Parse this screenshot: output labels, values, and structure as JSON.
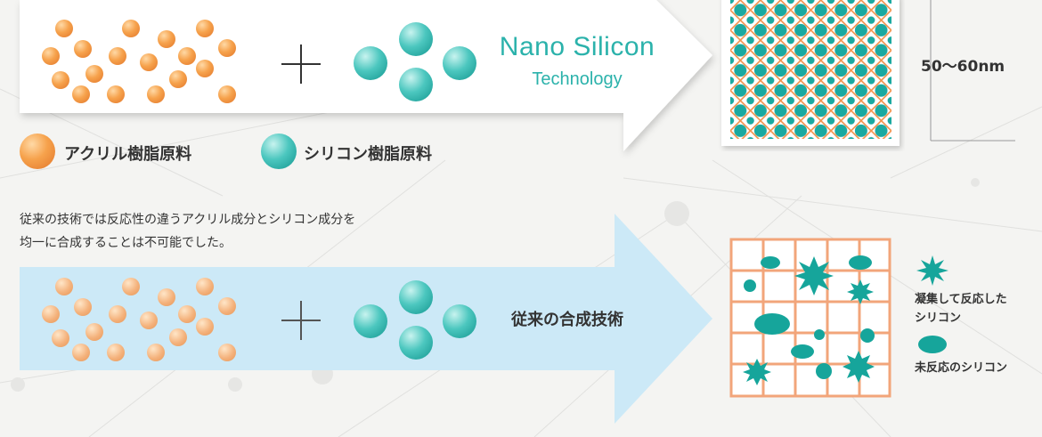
{
  "nano": {
    "title": "Nano Silicon",
    "subtitle": "Technology",
    "size_label": "50〜60nm"
  },
  "legend": {
    "acrylic": "アクリル樹脂原料",
    "silicone": "シリコン樹脂原料"
  },
  "description": {
    "line1": "従来の技術では反応性の違うアクリル成分とシリコン成分を",
    "line2": "均一に合成することは不可能でした。"
  },
  "conventional": {
    "label": "従来の合成技術",
    "legend_aggregated": [
      "凝集して反応した",
      "シリコン"
    ],
    "legend_unreacted": "未反応のシリコン"
  },
  "colors": {
    "orange": "#f39a45",
    "teal": "#1fb3aa",
    "light_blue_arrow": "#cce9f7",
    "grid_orange": "#f2a57a"
  }
}
